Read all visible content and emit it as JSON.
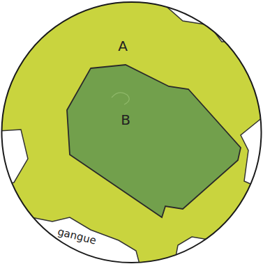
{
  "diagram": {
    "nodes": [
      {
        "text": [
          "A"
        ]
      },
      {
        "text": [
          "B"
        ],
        "in": 0
      }
    ],
    "labels": [
      "gangue"
    ]
  }
}
